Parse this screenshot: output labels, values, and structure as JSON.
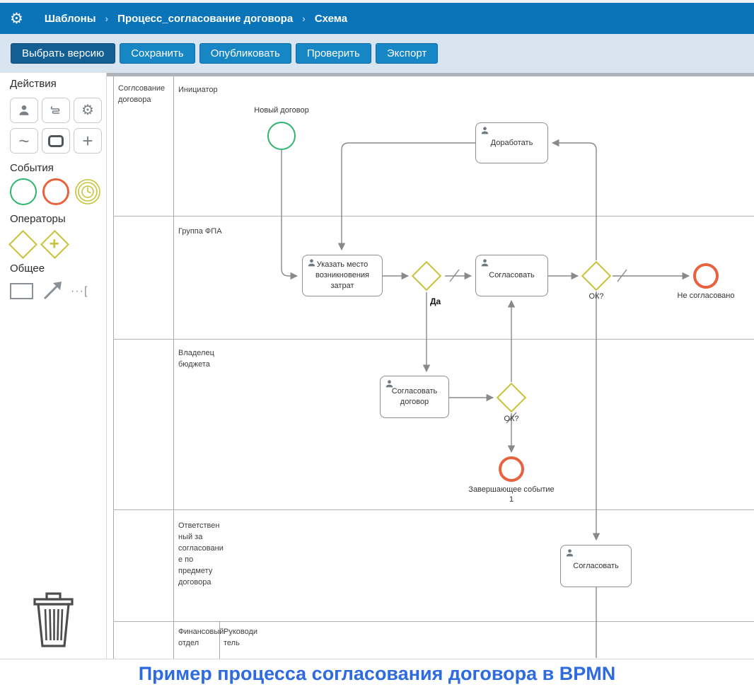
{
  "header": {
    "breadcrumb": {
      "items": [
        "Шаблоны",
        "Процесс_согласование договора",
        "Схема"
      ],
      "separator": "›"
    }
  },
  "toolbar": {
    "buttons": [
      "Выбрать версию",
      "Сохранить",
      "Опубликовать",
      "Проверить",
      "Экспорт"
    ]
  },
  "palette": {
    "titles": {
      "actions": "Действия",
      "events": "События",
      "operators": "Операторы",
      "general": "Общее"
    },
    "glyphs": {
      "gear": "⚙",
      "wave": "~",
      "plus": "+",
      "gateway_plus": "+",
      "annotation": "···["
    }
  },
  "diagram": {
    "pool_label": "Соглсование\nдоговора",
    "lanes": {
      "initiator": "Инициатор",
      "fpa_group": "Группа ФПА",
      "budget_owner": "Владелец\nбюджета",
      "responsible": "Ответствен\nный за\nсогласовани\nе по\nпредмету\nдоговора",
      "finance_dept": "Финансовый\nотдел",
      "manager": "Руководи\nтель"
    },
    "nodes": {
      "start_label": "Новый договор",
      "task_rework": "Доработать",
      "task_specify": "Указать место\nвозникновения\nзатрат",
      "task_approve_fpa": "Согласовать",
      "label_yes": "Да",
      "label_ok_fpa": "ОК?",
      "end_not_approved": "Не согласовано",
      "task_approve_contract": "Согласовать\nдоговор",
      "label_ok_budget": "ОК?",
      "end_final": "Завершающее событие\n1",
      "task_approve_resp": "Согласовать"
    }
  },
  "caption": {
    "text": "Пример процесса согласования договора в BPMN"
  },
  "colors": {
    "header": "#0b74b8",
    "toolbar_bg": "#d8e5f1",
    "button": "#1786c5",
    "button_active": "#135e93",
    "start_event": "#2db56f",
    "end_event": "#e8623e",
    "gateway": "#c9c23a",
    "flow": "#898989",
    "caption": "#2e6ae0"
  }
}
